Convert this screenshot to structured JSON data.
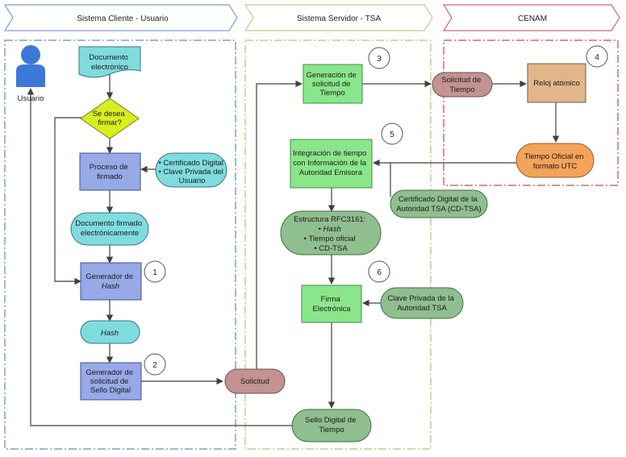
{
  "lanes": {
    "client": "Sistema Cliente - Usuario",
    "server": "Sistema Servidor - TSA",
    "cenam": "CENAM"
  },
  "actor": {
    "label": "Usuario"
  },
  "nodes": {
    "documento": [
      "Documento",
      "electrónico"
    ],
    "decision": [
      "Se desea",
      "firmar?"
    ],
    "proceso_firmado": [
      "Proceso de",
      "firmado"
    ],
    "certificado_usuario": [
      "• Certificado Digital",
      "• Clave Privada del",
      "Usuario"
    ],
    "documento_firmado": [
      "Documento firmado",
      "electrónicamente"
    ],
    "generador_hash": [
      "Generador de",
      "Hash"
    ],
    "hash": [
      "Hash"
    ],
    "generador_solicitud": [
      "Generador de",
      "solicitud de",
      "Sello Digital"
    ],
    "solicitud": [
      "Solicitud"
    ],
    "generacion_solicitud": [
      "Generación de",
      "solicitud de",
      "Tiempo"
    ],
    "solicitud_tiempo": [
      "Solicitud de",
      "Tiempo"
    ],
    "reloj": [
      "Reloj atómico"
    ],
    "tiempo_oficial": [
      "Tiempo Oficial en",
      "formato UTC"
    ],
    "integracion": [
      "Integración de tiempo",
      "con Información de la",
      "Autoridad Emisora"
    ],
    "certificado_tsa": [
      "Certificado Digital de la",
      "Autoridad TSA (CD-TSA)"
    ],
    "estructura": [
      "Estructura RFC3161:",
      "• Hash",
      "• Tiempo oficial",
      "• CD-TSA"
    ],
    "firma": [
      "Firma",
      "Electrónica"
    ],
    "clave_tsa": [
      "Clave Privada de la",
      "Autoridad TSA"
    ],
    "sello": [
      "Sello Digital de",
      "Tiempo"
    ]
  },
  "steps": [
    "1",
    "2",
    "3",
    "4",
    "5",
    "6"
  ],
  "colors": {
    "blue_box": "#97a9e6",
    "blue_border": "#3f4f9a",
    "cyan": "#7fdcde",
    "yellow": "#d8ef1e",
    "light_green": "#8ae68a",
    "dark_green": "#8fbe8f",
    "tan": "#e2b68a",
    "orange": "#f3a35a",
    "mauve": "#c39391",
    "user_blue": "#3c78d8",
    "lane_blue": "#7f9fd0",
    "lane_green": "#c4cf8e",
    "lane_red": "#d46a6a"
  }
}
